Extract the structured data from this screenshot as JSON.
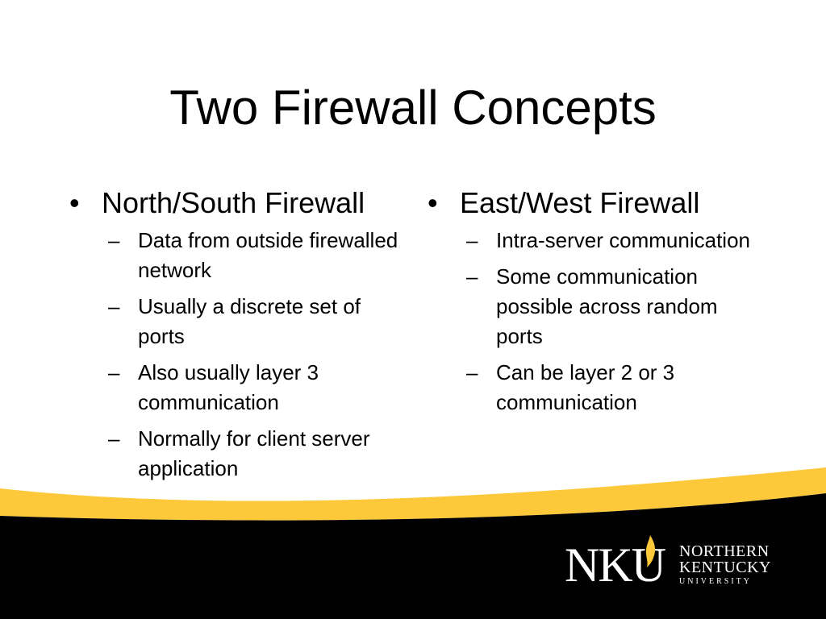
{
  "slide": {
    "title": "Two Firewall Concepts",
    "columns": [
      {
        "heading": "North/South Firewall",
        "items": [
          "Data from outside firewalled network",
          "Usually a discrete set of ports",
          "Also usually layer 3 communication",
          "Normally for client server application"
        ]
      },
      {
        "heading": "East/West Firewall",
        "items": [
          "Intra-server communication",
          "Some communication possible across random ports",
          "Can be layer 2 or 3 communication"
        ]
      }
    ],
    "bullet_glyph": "•",
    "dash_glyph": "–"
  },
  "footer": {
    "logo_mark": "NKU",
    "logo_lines": [
      "NORTHERN",
      "KENTUCKY",
      "UNIVERSITY"
    ],
    "logo_icon": "flame-icon",
    "colors": {
      "band": "#000000",
      "swoosh": "#fdc93a",
      "flame": "#fdc93a"
    }
  }
}
